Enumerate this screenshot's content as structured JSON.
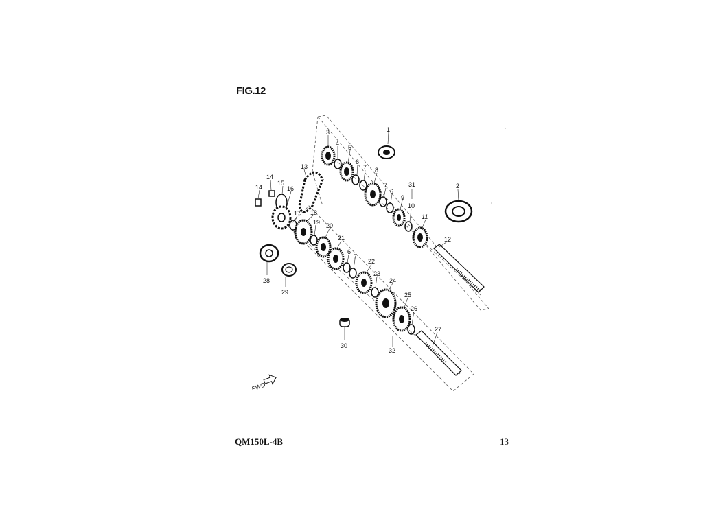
{
  "header": {
    "figure_label": "FIG.12"
  },
  "footer": {
    "model": "QM150L-4B",
    "page_number": "13"
  },
  "direction_marker": {
    "text": "FWD",
    "icon": "arrow-right-icon"
  },
  "parts": [
    {
      "id": "p1",
      "label": "1"
    },
    {
      "id": "p2",
      "label": "2"
    },
    {
      "id": "p3",
      "label": "3"
    },
    {
      "id": "p4",
      "label": "4"
    },
    {
      "id": "p5",
      "label": "5"
    },
    {
      "id": "p6a",
      "label": "6"
    },
    {
      "id": "p7a",
      "label": "7"
    },
    {
      "id": "p8",
      "label": "8"
    },
    {
      "id": "p7b",
      "label": "7"
    },
    {
      "id": "p6b",
      "label": "6"
    },
    {
      "id": "p9",
      "label": "9"
    },
    {
      "id": "p10",
      "label": "10"
    },
    {
      "id": "p11",
      "label": "11"
    },
    {
      "id": "p12",
      "label": "12"
    },
    {
      "id": "p13",
      "label": "13"
    },
    {
      "id": "p14a",
      "label": "14"
    },
    {
      "id": "p14b",
      "label": "14"
    },
    {
      "id": "p15",
      "label": "15"
    },
    {
      "id": "p16",
      "label": "16"
    },
    {
      "id": "p17",
      "label": "17"
    },
    {
      "id": "p18",
      "label": "18"
    },
    {
      "id": "p19",
      "label": "19"
    },
    {
      "id": "p20",
      "label": "20"
    },
    {
      "id": "p21",
      "label": "21"
    },
    {
      "id": "p6c",
      "label": "6"
    },
    {
      "id": "p7c",
      "label": "7"
    },
    {
      "id": "p22",
      "label": "22"
    },
    {
      "id": "p23",
      "label": "23"
    },
    {
      "id": "p24",
      "label": "24"
    },
    {
      "id": "p25",
      "label": "25"
    },
    {
      "id": "p26",
      "label": "26"
    },
    {
      "id": "p27",
      "label": "27"
    },
    {
      "id": "p28",
      "label": "28"
    },
    {
      "id": "p29",
      "label": "29"
    },
    {
      "id": "p30",
      "label": "30"
    },
    {
      "id": "p31",
      "label": "31"
    },
    {
      "id": "p32",
      "label": "32"
    }
  ]
}
